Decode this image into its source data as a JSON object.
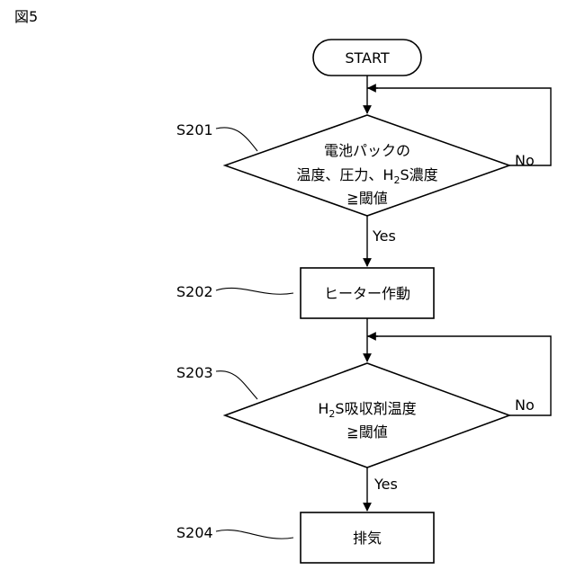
{
  "figure_label": "図5",
  "start": {
    "label": "START"
  },
  "step_s201": {
    "id": "S201",
    "line1": "電池パックの",
    "line2_pre": "温度、圧力、H",
    "line2_sub": "2",
    "line2_post": "S濃度",
    "line3": "≧閾値"
  },
  "step_s202": {
    "id": "S202",
    "label": "ヒーター作動"
  },
  "step_s203": {
    "id": "S203",
    "line1_pre": "H",
    "line1_sub": "2",
    "line1_post": "S吸収剤温度",
    "line2": "≧閾値"
  },
  "step_s204": {
    "id": "S204",
    "label": "排気"
  },
  "branch": {
    "yes": "Yes",
    "no": "No"
  }
}
